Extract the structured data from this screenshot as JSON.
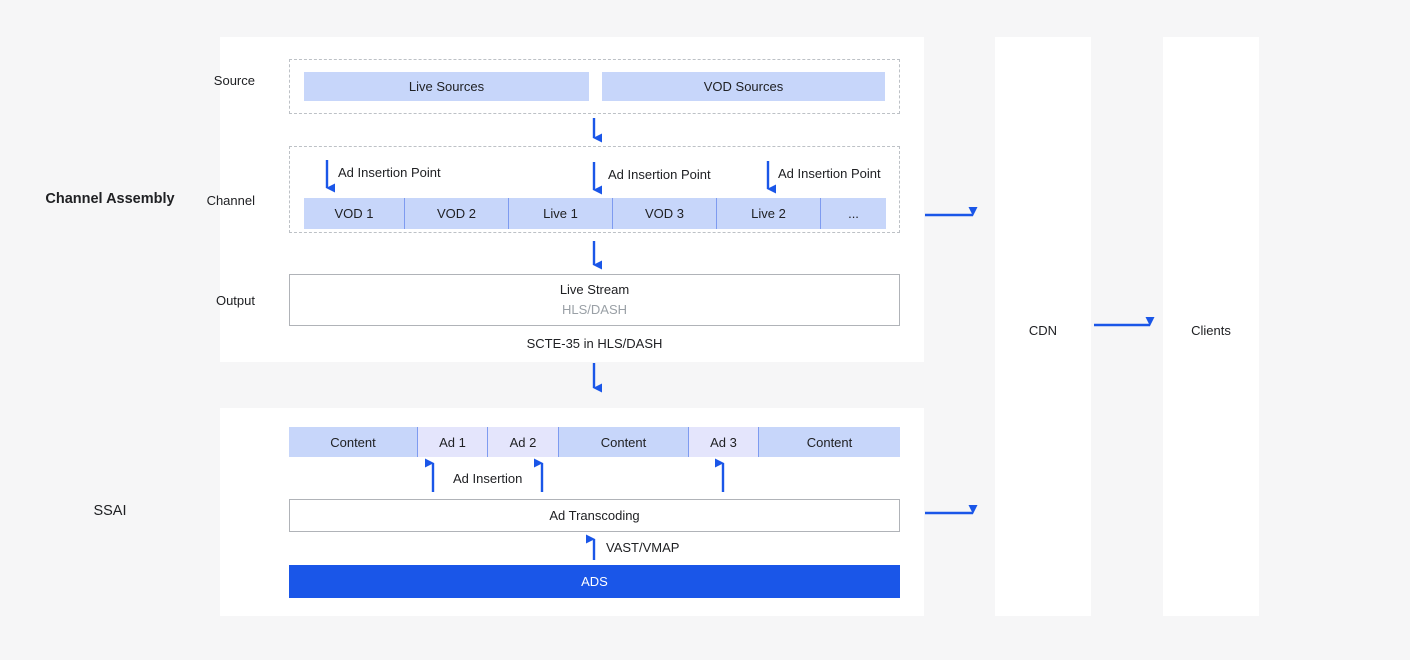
{
  "theme": {
    "background": "#f6f6f7",
    "panel_background": "#ffffff",
    "block_blue": "#c7d6fa",
    "block_lavender": "#e4e5fc",
    "brand_blue": "#1a56e8",
    "arrow_blue": "#1a56e8",
    "text_primary": "#202124",
    "text_muted": "#9aa0a6",
    "dashed_border": "#bdc1c6",
    "outline_border": "#b0b3b8"
  },
  "sections": {
    "channel_assembly_label": "Channel Assembly",
    "ssai_label": "SSAI"
  },
  "assembly": {
    "row_labels": {
      "source": "Source",
      "channel": "Channel",
      "output": "Output"
    },
    "sources": [
      {
        "label": "Live Sources"
      },
      {
        "label": "VOD Sources"
      }
    ],
    "ad_insertion_points": [
      {
        "label": "Ad Insertion Point"
      },
      {
        "label": "Ad Insertion Point"
      },
      {
        "label": "Ad Insertion Point"
      }
    ],
    "channel_segments": [
      {
        "label": "VOD 1"
      },
      {
        "label": "VOD 2"
      },
      {
        "label": "Live 1"
      },
      {
        "label": "VOD 3"
      },
      {
        "label": "Live 2"
      },
      {
        "label": "..."
      }
    ],
    "output": {
      "primary": "Live Stream",
      "secondary": "HLS/DASH"
    },
    "scte_caption": "SCTE-35 in HLS/DASH"
  },
  "ssai": {
    "timeline": [
      {
        "label": "Content",
        "kind": "content"
      },
      {
        "label": "Ad 1",
        "kind": "ad"
      },
      {
        "label": "Ad 2",
        "kind": "ad"
      },
      {
        "label": "Content",
        "kind": "content"
      },
      {
        "label": "Ad 3",
        "kind": "ad"
      },
      {
        "label": "Content",
        "kind": "content"
      }
    ],
    "ad_insertion_caption": "Ad Insertion",
    "ad_transcoding": "Ad Transcoding",
    "vast_caption": "VAST/VMAP",
    "ads": "ADS"
  },
  "delivery": {
    "cdn": "CDN",
    "clients": "Clients"
  }
}
